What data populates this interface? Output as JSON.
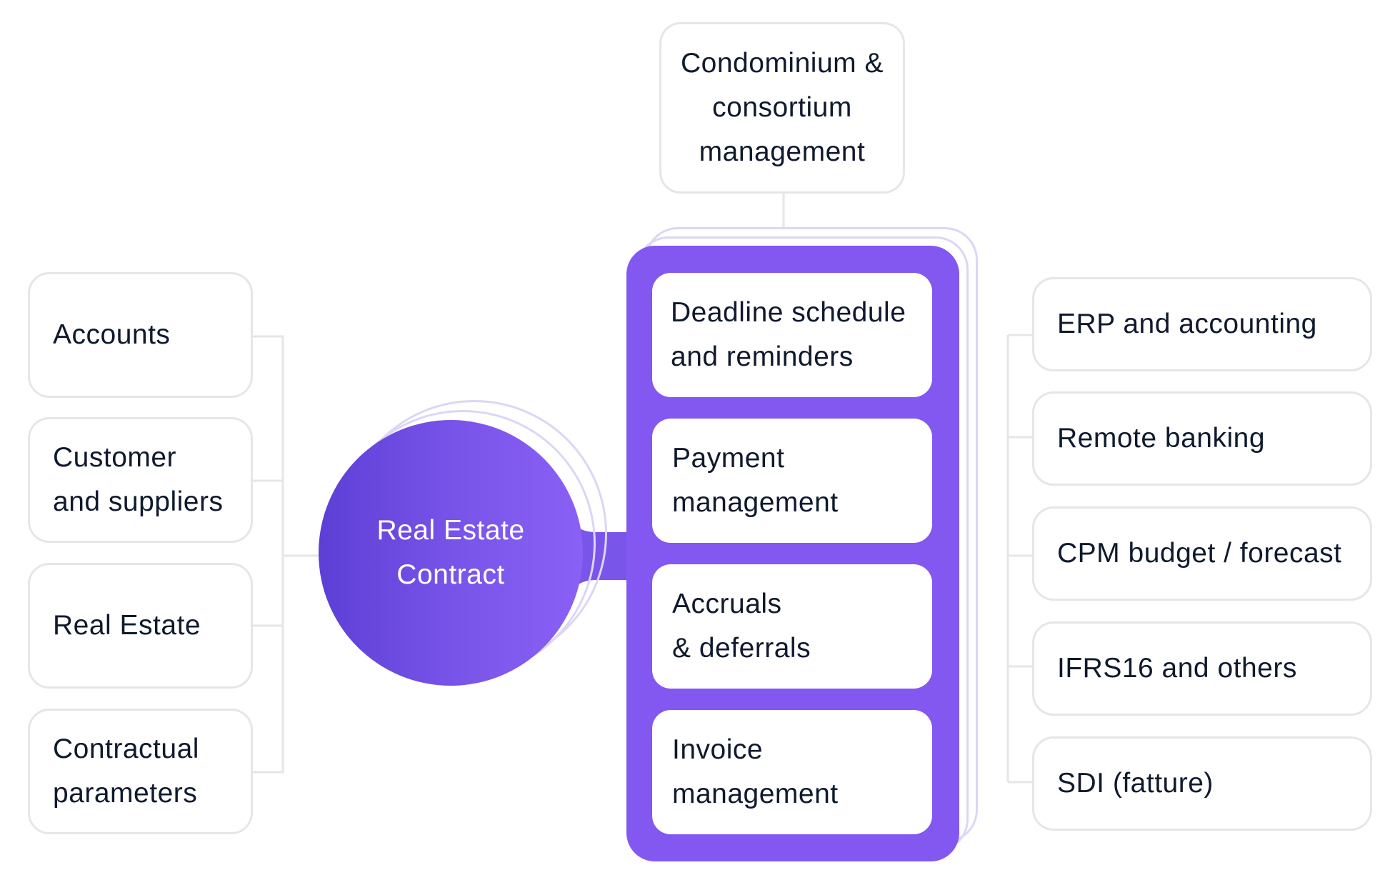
{
  "diagram": {
    "center": {
      "line1": "Real Estate",
      "line2": "Contract"
    },
    "top": {
      "line1": "Condominium &",
      "line2": "consortium",
      "line3": "management"
    },
    "left": [
      {
        "line1": "Accounts",
        "line2": ""
      },
      {
        "line1": "Customer",
        "line2": "and suppliers"
      },
      {
        "line1": "Real Estate",
        "line2": ""
      },
      {
        "line1": "Contractual",
        "line2": "parameters"
      }
    ],
    "modules": [
      {
        "line1": "Deadline schedule",
        "line2": "and reminders"
      },
      {
        "line1": "Payment",
        "line2": "management"
      },
      {
        "line1": "Accruals",
        "line2": "& deferrals"
      },
      {
        "line1": "Invoice",
        "line2": "management"
      }
    ],
    "right": [
      {
        "line1": "ERP and accounting"
      },
      {
        "line1": "Remote banking"
      },
      {
        "line1": "CPM budget / forecast"
      },
      {
        "line1": "IFRS16 and others"
      },
      {
        "line1": "SDI (fatture)"
      }
    ],
    "colors": {
      "accent": "#8258f0",
      "gradient_start": "#5d3fd6",
      "line": "#e6e6ea",
      "ghost_outline": "#dcd6f5",
      "text": "#0f1a2e"
    }
  }
}
